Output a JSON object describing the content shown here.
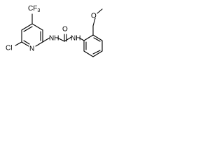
{
  "labels": {
    "cf3": "CF",
    "cf3_subscript": "3",
    "chlorine": "Cl",
    "ring_nitrogen": "N",
    "amide_nh_left": "NH",
    "amide_nh_right": "NH",
    "carbonyl_oxygen": "O",
    "methoxy_oxygen": "O"
  },
  "colors": {
    "bond": "#000000",
    "text": "#000000",
    "background": "#ffffff"
  }
}
